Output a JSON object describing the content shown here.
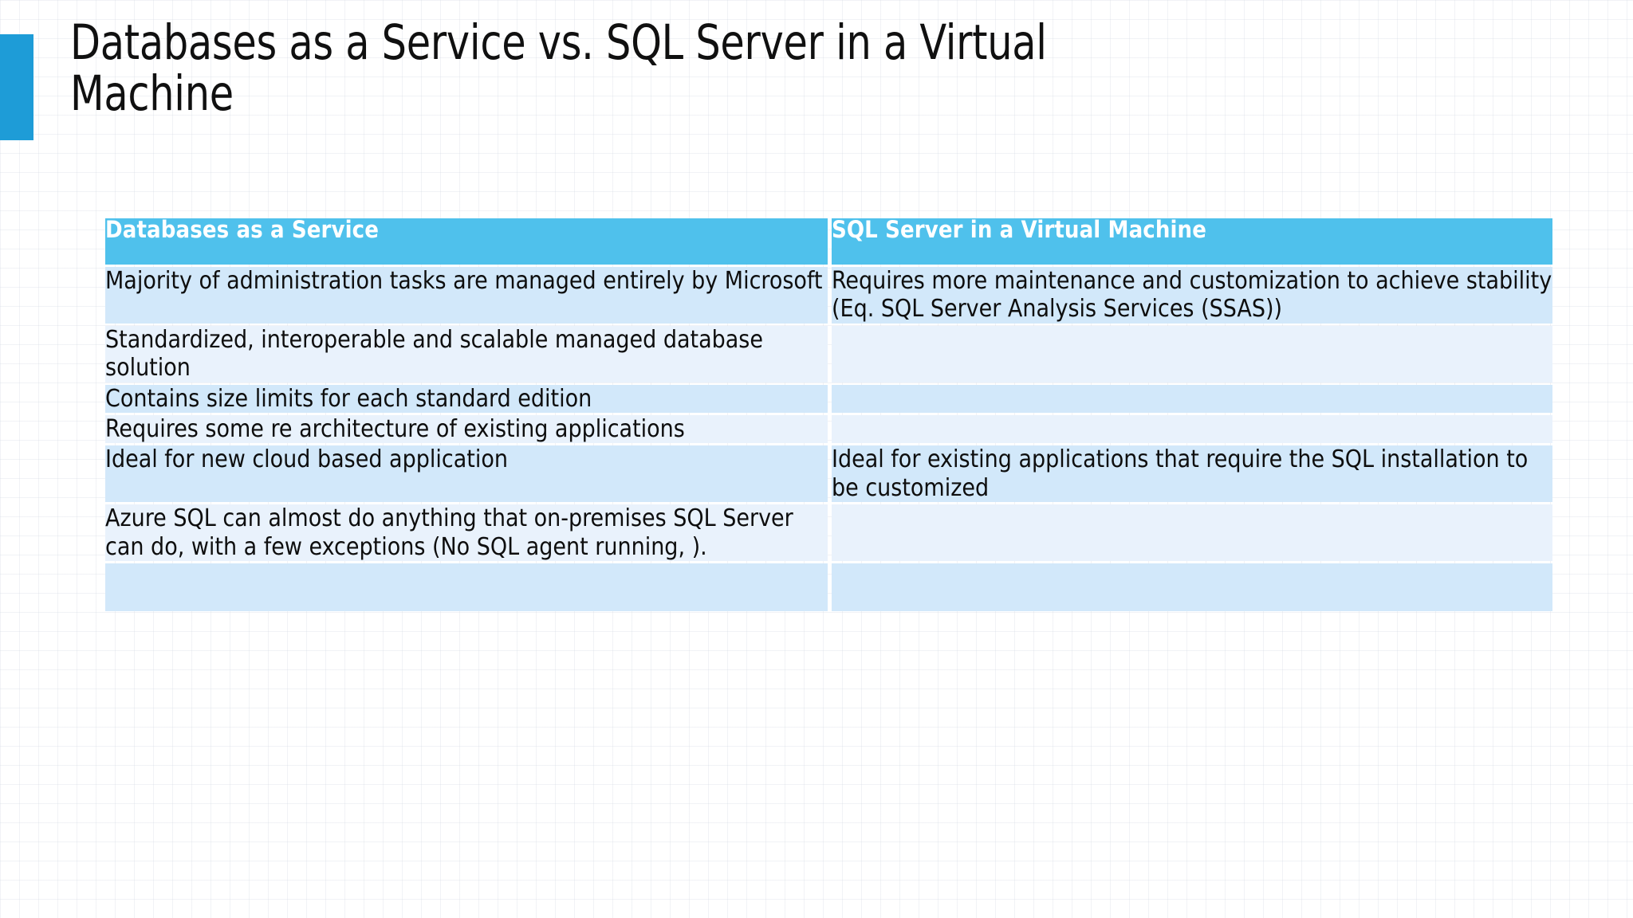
{
  "slide": {
    "title": "Databases as a Service vs. SQL Server in a Virtual\nMachine",
    "accent_color": "#1E9CD7",
    "background_color": "#FFFFFF"
  },
  "table": {
    "header_background": "#4FC1EC",
    "header_text_color": "#FFFFFF",
    "band_dark": "#D2E8FA",
    "band_light": "#E9F2FC",
    "columns": [
      "Databases as a Service",
      "SQL Server in a Virtual Machine"
    ],
    "rows": [
      {
        "band": "dark",
        "left": "Majority of administration tasks are managed entirely by Microsoft",
        "right": "Requires more maintenance and customization to achieve stability (Eq. SQL Server Analysis Services (SSAS))"
      },
      {
        "band": "light",
        "left": "Standardized, interoperable and scalable managed database solution",
        "right": ""
      },
      {
        "band": "dark",
        "left": "Contains size limits for each standard edition",
        "right": ""
      },
      {
        "band": "light",
        "left": "Requires some re architecture of existing applications",
        "right": ""
      },
      {
        "band": "dark",
        "left": "Ideal for new cloud based application",
        "right": "Ideal for existing applications that require the SQL installation to be customized"
      },
      {
        "band": "light",
        "left": "Azure SQL can almost do anything that on-premises SQL Server can do, with a few exceptions (No SQL agent running, ).",
        "right": ""
      },
      {
        "band": "dark",
        "left": "",
        "right": ""
      }
    ]
  }
}
